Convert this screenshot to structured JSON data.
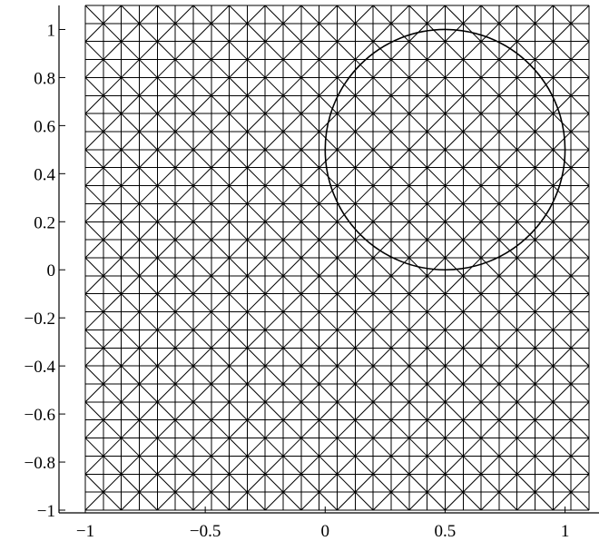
{
  "chart_data": {
    "type": "mesh",
    "title": "",
    "xlabel": "",
    "ylabel": "",
    "xlim": [
      -1,
      1.1
    ],
    "ylim": [
      -1,
      1.1
    ],
    "mesh": {
      "x_start": -1,
      "x_end": 1.1,
      "y_start": -1,
      "y_end": 1.1,
      "divisions": 28,
      "diagonals": "alternating-cross"
    },
    "circle": {
      "center": [
        0.5,
        0.5
      ],
      "radius": 0.5
    },
    "x_ticks": [
      {
        "value": -1,
        "label": "−1"
      },
      {
        "value": -0.5,
        "label": "−0.5"
      },
      {
        "value": 0,
        "label": "0"
      },
      {
        "value": 0.5,
        "label": "0.5"
      },
      {
        "value": 1,
        "label": "1"
      }
    ],
    "y_ticks": [
      {
        "value": -1,
        "label": "−1"
      },
      {
        "value": -0.8,
        "label": "−0.8"
      },
      {
        "value": -0.6,
        "label": "−0.6"
      },
      {
        "value": -0.4,
        "label": "−0.4"
      },
      {
        "value": -0.2,
        "label": "−0.2"
      },
      {
        "value": 0,
        "label": "0"
      },
      {
        "value": 0.2,
        "label": "0.2"
      },
      {
        "value": 0.4,
        "label": "0.4"
      },
      {
        "value": 0.6,
        "label": "0.6"
      },
      {
        "value": 0.8,
        "label": "0.8"
      },
      {
        "value": 1,
        "label": "1"
      }
    ],
    "colors": {
      "line": "#000000",
      "background": "#ffffff"
    }
  }
}
